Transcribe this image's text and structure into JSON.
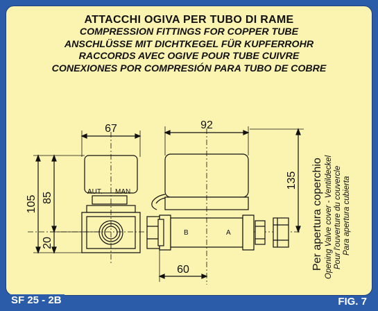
{
  "titles": {
    "it": "ATTACCHI OGIVA PER TUBO DI RAME",
    "en": "COMPRESSION FITTINGS FOR COPPER TUBE",
    "de": "ANSCHLÜSSE MIT DICHTKEGEL FÜR KUPFERROHR",
    "fr": "RACCORDS AVEC OGIVE POUR TUBE CUIVRE",
    "es": "CONEXIONES POR COMPRESIÓN PARA TUBO DE COBRE"
  },
  "dims": {
    "w_left": "67",
    "w_mid": "92",
    "half": "60",
    "total_h": "105",
    "upper_h": "85",
    "lower_h": "20",
    "cover": "135"
  },
  "labels": {
    "aut": "AUT.",
    "man": "MAN",
    "b": "B",
    "a": "A"
  },
  "notes": {
    "it": "Per apertura coperchio",
    "en_de": "Opening Valve cover - Ventildeckel",
    "fr": "Pour l'ouverture du couvercle",
    "es": "Para apertura cubierta"
  },
  "footer": {
    "model": "SF 25 - 2B",
    "fig": "FIG. 7"
  }
}
